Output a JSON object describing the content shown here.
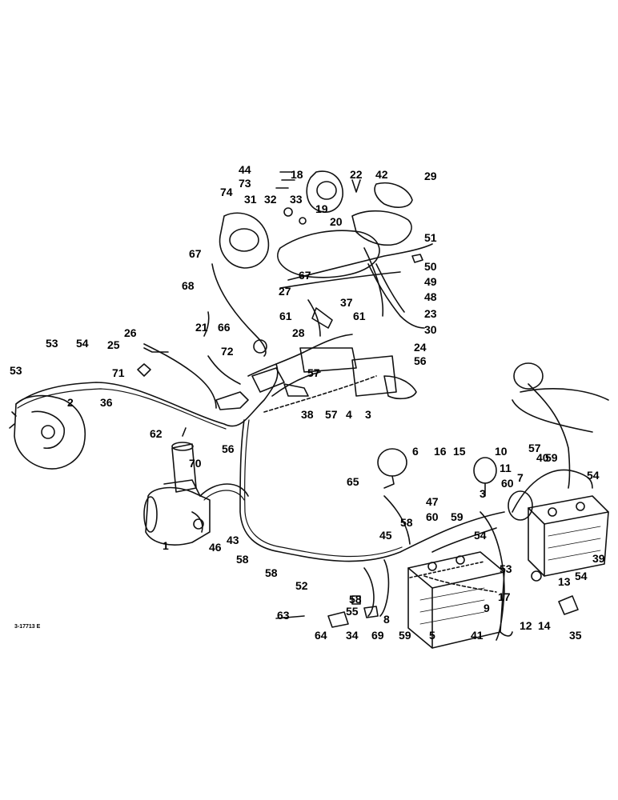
{
  "diagram": {
    "figure_code": "3-17713 E",
    "callouts": [
      "44",
      "18",
      "22",
      "42",
      "29",
      "73",
      "74",
      "31",
      "32",
      "33",
      "19",
      "20",
      "51",
      "67",
      "67",
      "50",
      "68",
      "27",
      "37",
      "49",
      "48",
      "61",
      "61",
      "23",
      "66",
      "28",
      "30",
      "21",
      "26",
      "72",
      "24",
      "25",
      "53",
      "54",
      "71",
      "57",
      "56",
      "53",
      "36",
      "2",
      "38",
      "57",
      "4",
      "3",
      "62",
      "70",
      "56",
      "6",
      "16",
      "15",
      "10",
      "11",
      "57",
      "40",
      "59",
      "54",
      "65",
      "60",
      "7",
      "47",
      "3",
      "1",
      "46",
      "43",
      "60",
      "59",
      "58",
      "45",
      "54",
      "58",
      "58",
      "52",
      "39",
      "53",
      "54",
      "13",
      "58",
      "55",
      "17",
      "12",
      "14",
      "63",
      "64",
      "34",
      "8",
      "69",
      "59",
      "5",
      "41",
      "9",
      "35"
    ],
    "line_color": "#111111",
    "background": "#ffffff"
  }
}
